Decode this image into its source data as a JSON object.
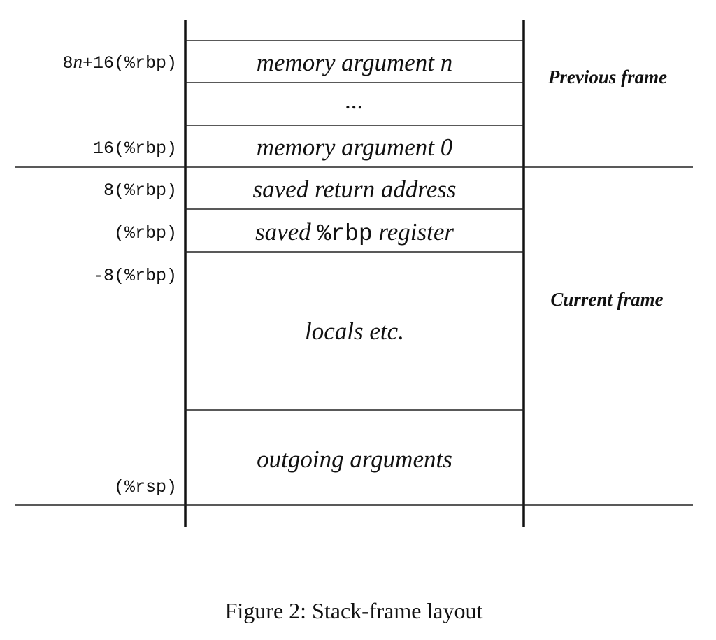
{
  "offsets": {
    "mem_arg_n": {
      "prefix": "8",
      "var": "n",
      "suffix": "+16(%rbp)"
    },
    "mem_arg_0": "16(%rbp)",
    "ret_addr": "8(%rbp)",
    "rbp": "(%rbp)",
    "neg8": "-8(%rbp)",
    "rsp": "(%rsp)"
  },
  "cells": {
    "mem_arg_n": "memory argument n",
    "dots": "...",
    "mem_arg_0": "memory argument 0",
    "ret_addr": "saved return address",
    "saved_rbp": {
      "pre": "saved ",
      "reg": "%rbp",
      "post": " register"
    },
    "locals": "locals etc.",
    "outgoing": "outgoing arguments"
  },
  "frames": {
    "previous": "Previous frame",
    "current": "Current frame"
  },
  "caption": "Figure 2: Stack-frame layout"
}
